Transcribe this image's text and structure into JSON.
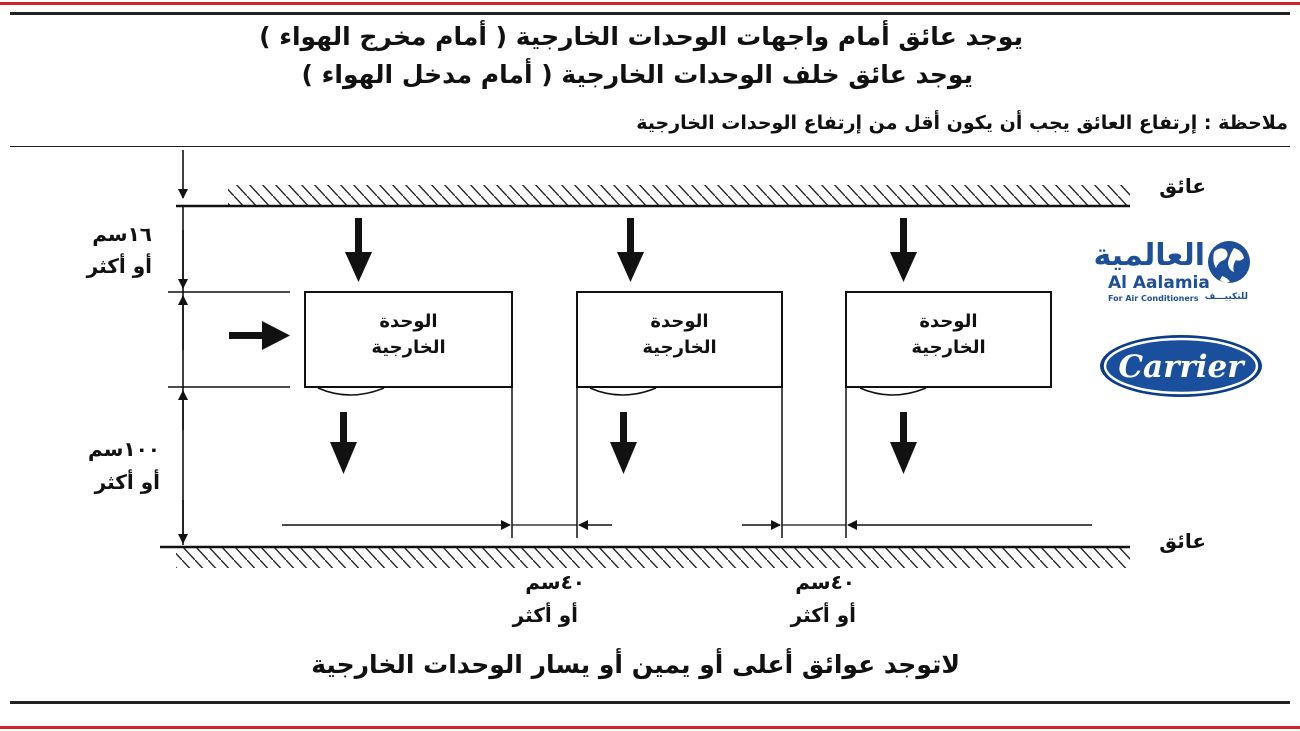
{
  "header": {
    "line1": "يوجد عائق أمام واجهات الوحدات الخارجية ( أمام مخرج الهواء )",
    "line2": "يوجد عائق خلف الوحدات الخارجية ( أمام مدخل الهواء )",
    "note": "ملاحظة : إرتفاع العائق يجب أن يكون أقل من إرتفاع الوحدات الخارجية"
  },
  "diagram": {
    "obstacle_label_top": "عائق",
    "obstacle_label_bottom": "عائق",
    "units": [
      {
        "line1": "الوحدة",
        "line2": "الخارجية"
      },
      {
        "line1": "الوحدة",
        "line2": "الخارجية"
      },
      {
        "line1": "الوحدة",
        "line2": "الخارجية"
      }
    ],
    "dim_top": {
      "value": "١٦سم",
      "suffix": "أو أكثر"
    },
    "dim_bottom": {
      "value": "١٠٠سم",
      "suffix": "أو أكثر"
    },
    "gap_left": {
      "value": "٤٠سم",
      "suffix": "أو أكثر"
    },
    "gap_right": {
      "value": "٤٠سم",
      "suffix": "أو أكثر"
    },
    "footer": "لاتوجد عوائق أعلى أو يمين أو يسار الوحدات الخارجية"
  },
  "logos": {
    "alaalamia_ar": "العالمية",
    "alaalamia_en": "Al Aalamia",
    "alaalamia_sub_en": "For Air Conditioners",
    "alaalamia_sub_ar": "للتكييـــف",
    "carrier": "Carrier"
  },
  "colors": {
    "accent_red": "#d2232a",
    "brand_blue": "#1d4f9a",
    "carrier_blue": "#1a4f9e"
  }
}
